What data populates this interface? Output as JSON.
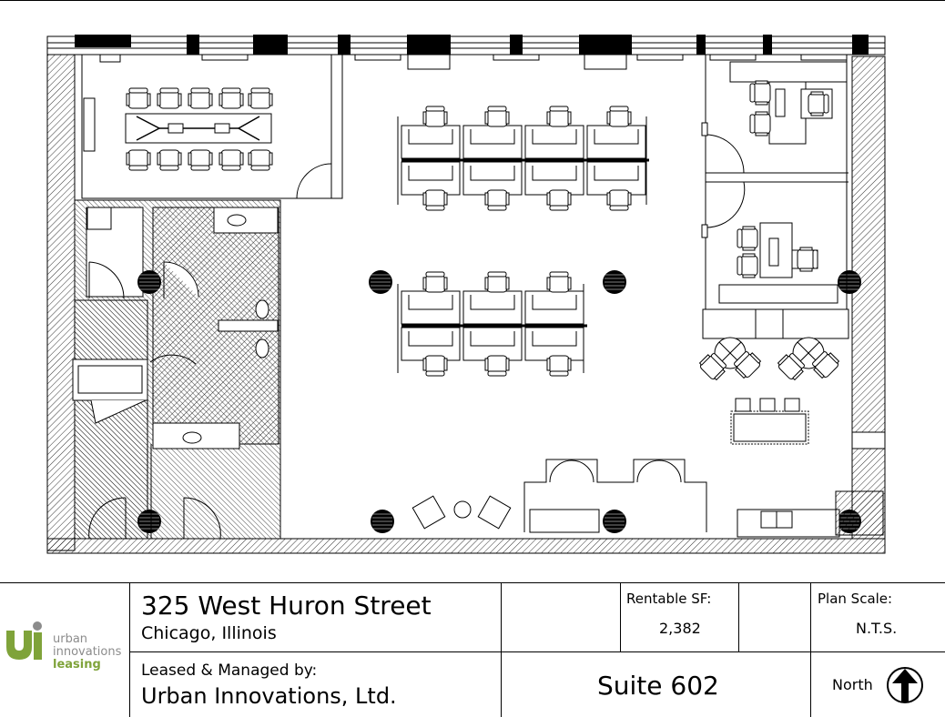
{
  "logo": {
    "line1": "urban",
    "line2": "innovations",
    "line3": "leasing",
    "color_green": "#7fa33a",
    "color_gray": "#8c8c8c"
  },
  "property": {
    "street": "325 West Huron Street",
    "city": "Chicago, Illinois"
  },
  "manager": {
    "label": "Leased & Managed by:",
    "name": "Urban Innovations, Ltd."
  },
  "rentable": {
    "label": "Rentable SF:",
    "value": "2,382"
  },
  "scale": {
    "label": "Plan Scale:",
    "value": "N.T.S."
  },
  "suite": "Suite 602",
  "north": {
    "label": "North",
    "icon": "north-arrow-icon"
  },
  "colors": {
    "line": "#000000",
    "hatch": "#000000",
    "background": "#ffffff"
  }
}
